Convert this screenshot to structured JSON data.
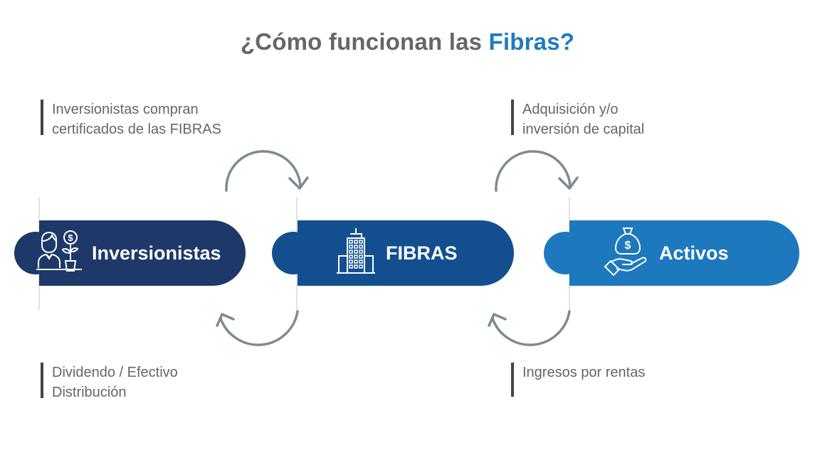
{
  "title": {
    "prefix": "¿Cómo funcionan las ",
    "accent": "Fibras?"
  },
  "notes": {
    "top_left": [
      "Inversionistas compran",
      "certificados de las FIBRAS"
    ],
    "top_right": [
      "Adquisición y/o",
      "inversión de capital"
    ],
    "bottom_left": [
      "Dividendo / Efectivo",
      "Distribución"
    ],
    "bottom_right": [
      "Ingresos por rentas"
    ]
  },
  "stages": [
    {
      "label": "Inversionistas",
      "icon": "investor-plant-dollar-icon",
      "color": "#1e386a"
    },
    {
      "label": "FIBRAS",
      "icon": "building-icon",
      "color": "#134f8e"
    },
    {
      "label": "Activos",
      "icon": "hand-money-bag-icon",
      "color": "#1e78be"
    }
  ],
  "colors": {
    "title": "#666666",
    "accent": "#1f7ac2",
    "arrow": "#7f8b91"
  }
}
